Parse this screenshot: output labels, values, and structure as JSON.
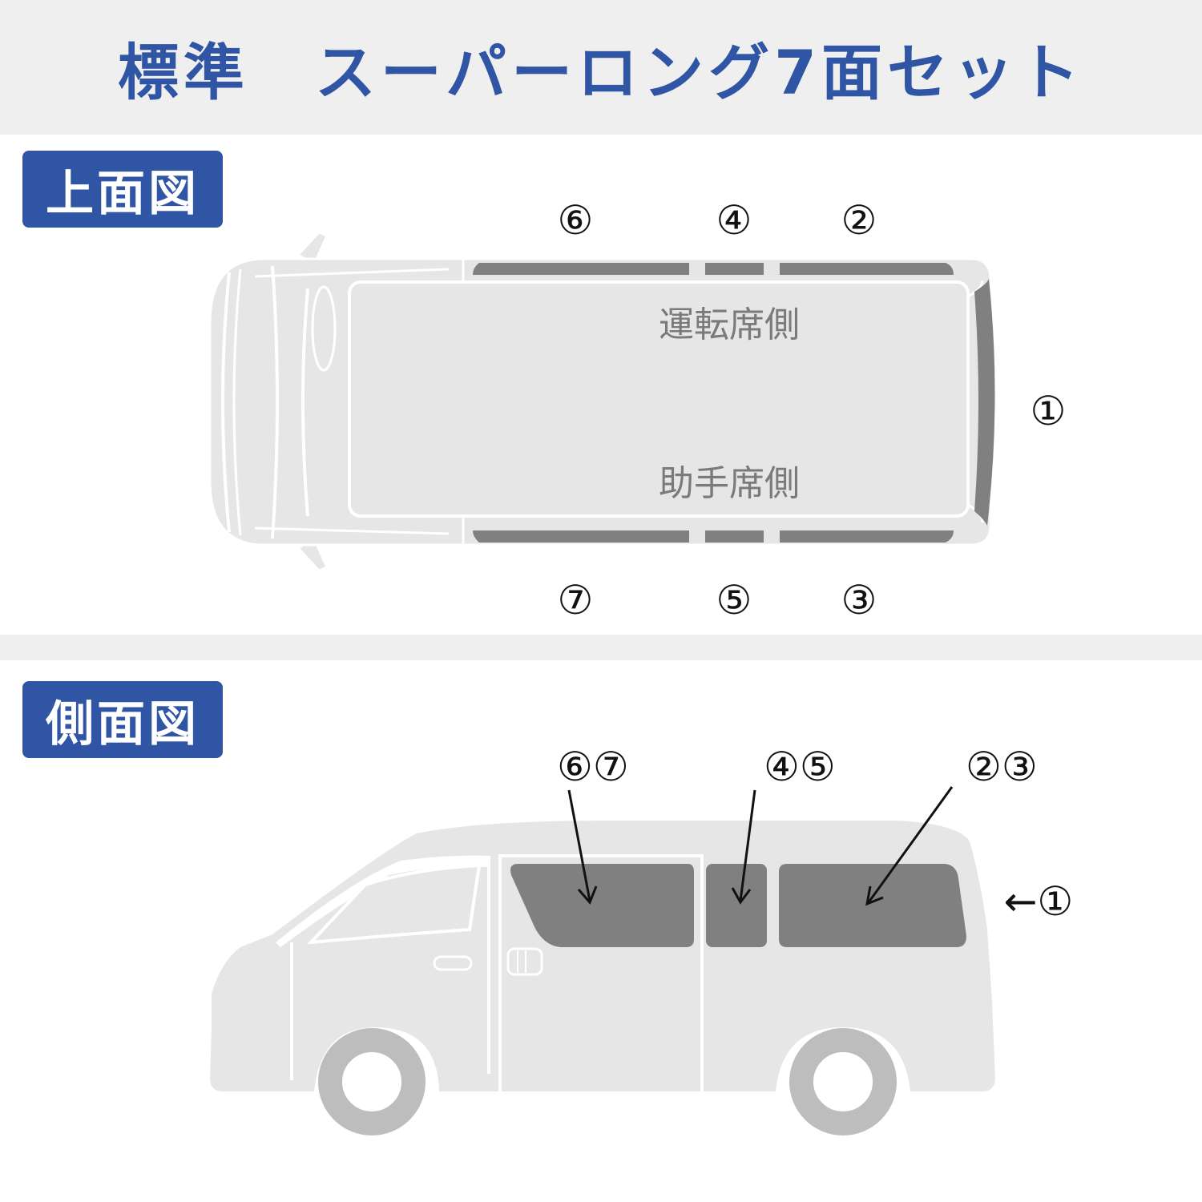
{
  "title": "標準　スーパーロング7面セット",
  "top_view": {
    "label": "上面図",
    "driver_side": "運転席側",
    "passenger_side": "助手席側",
    "window_numbers": {
      "w1": "①",
      "w2": "②",
      "w3": "③",
      "w4": "④",
      "w5": "⑤",
      "w6": "⑥",
      "w7": "⑦"
    }
  },
  "side_view": {
    "label": "側面図",
    "callouts": {
      "rear_pair": "⑥⑦",
      "middle_pair": "④⑤",
      "front_pair": "②③",
      "back_door": "←①"
    }
  },
  "colors": {
    "accent": "#2f55a4",
    "body": "#e6e6e6",
    "window": "#808080"
  }
}
